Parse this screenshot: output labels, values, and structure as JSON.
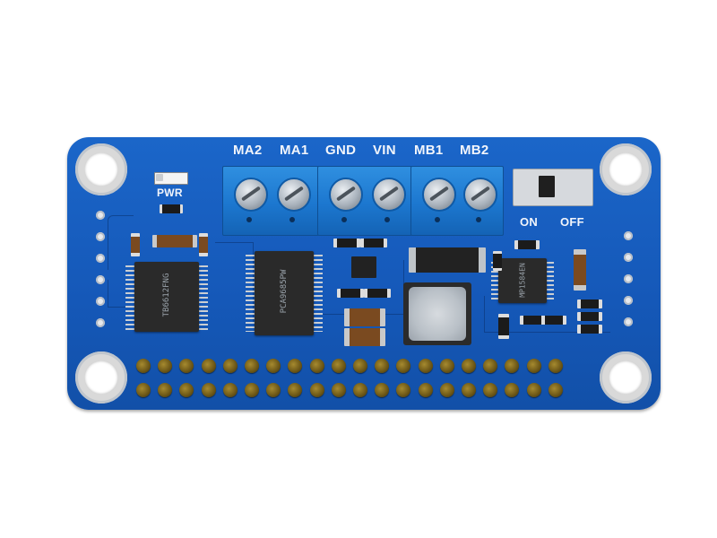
{
  "labels": {
    "terminals": [
      "MA2",
      "MA1",
      "GND",
      "VIN",
      "MB1",
      "MB2"
    ],
    "power": "PWR",
    "switch_on": "ON",
    "switch_off": "OFF",
    "chip_left": "TB6612FNG",
    "chip_middle": "PCA9685PW",
    "chip_right": "MP1584EN"
  },
  "colors": {
    "board": "#1558b8",
    "terminal": "#1c77cf",
    "silkscreen": "#f2f5fb",
    "header_pin": "#8a7020"
  },
  "icons": [
    "mounting-hole-icon",
    "screw-icon",
    "header-pin-icon",
    "slide-switch-icon"
  ]
}
